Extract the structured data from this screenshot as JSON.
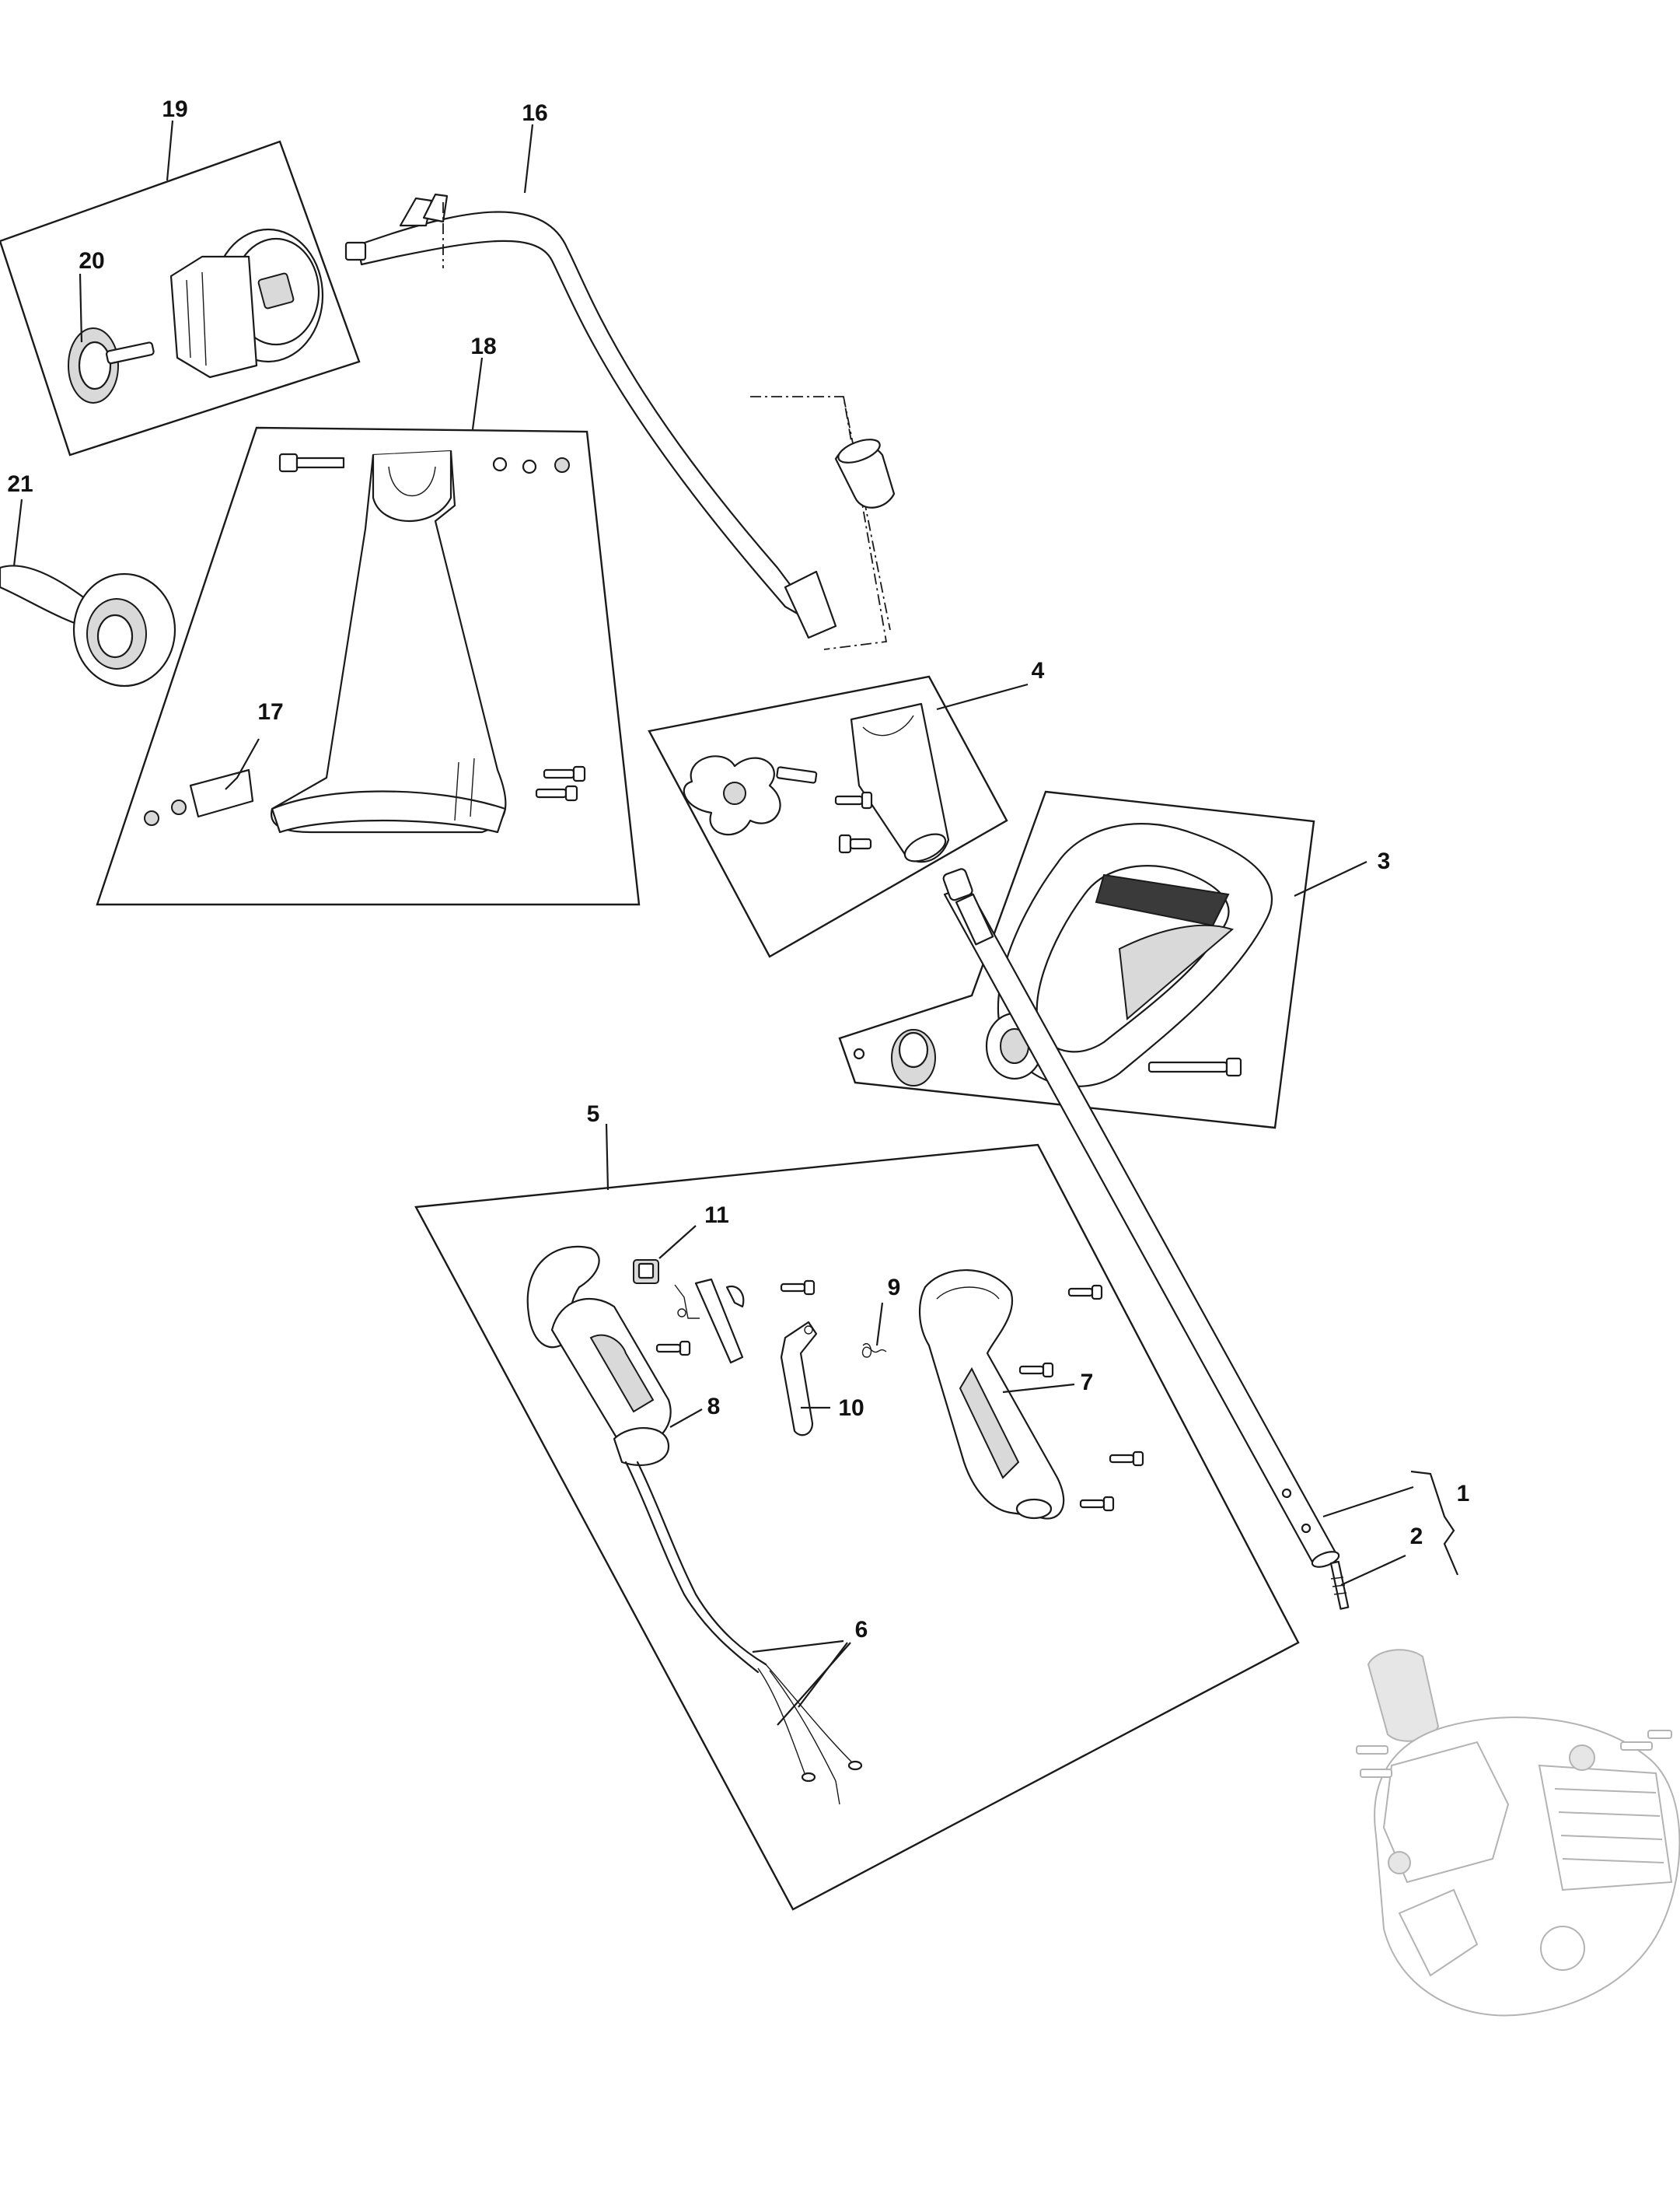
{
  "callouts": {
    "c1": "1",
    "c2": "2",
    "c3": "3",
    "c4": "4",
    "c5": "5",
    "c6": "6",
    "c7": "7",
    "c8": "8",
    "c9": "9",
    "c10": "10",
    "c11": "11",
    "c16": "16",
    "c17": "17",
    "c18": "18",
    "c19": "19",
    "c20": "20",
    "c21": "21"
  },
  "colors": {
    "line": "#1a1a1a",
    "ghost": "#b3b3b3",
    "background": "#ffffff"
  }
}
